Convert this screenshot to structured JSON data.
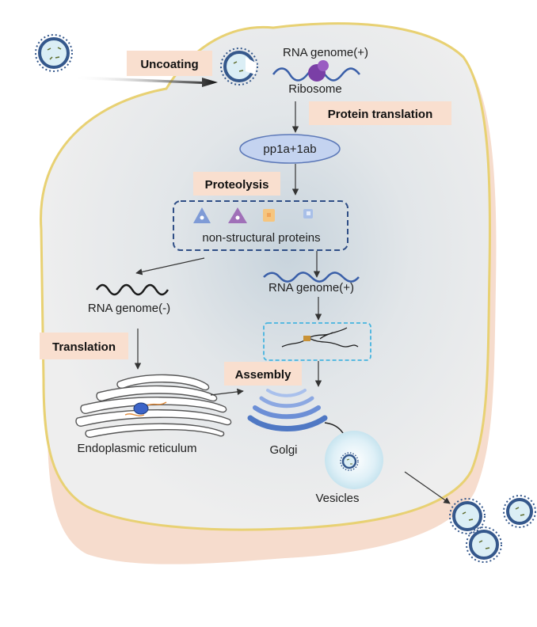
{
  "colors": {
    "cell_fill": "#eeeeee",
    "cell_outline": "#e8d173",
    "cell_base": "#f6dccd",
    "label_tag": "#f9dfcf",
    "virus_ring": "#35588c",
    "rna_strand": "#3a5fa8",
    "ribosome": "#7a3fa6",
    "box_dash": "#2f4e86",
    "box_dash_light": "#46b4df",
    "golgi": "#4f78c4"
  },
  "labels": {
    "uncoating": "Uncoating",
    "rna_genome_plus_top": "RNA  genome(+)",
    "ribosome": "Ribosome",
    "protein_translation": "Protein translation",
    "pp1a": "pp1a+1ab",
    "proteolysis": "Proteolysis",
    "non_structural": "non-structural proteins",
    "rna_genome_minus": "RNA  genome(-)",
    "rna_genome_plus_mid": "RNA  genome(+)",
    "translation": "Translation",
    "assembly": "Assembly",
    "er": "Endoplasmic reticulum",
    "golgi": "Golgi",
    "vesicles": "Vesicles"
  },
  "icons": [
    "virus-particle-icon",
    "ribosome-icon",
    "triangle-protein-icon",
    "square-protein-icon",
    "endoplasmic-reticulum-icon",
    "golgi-icon",
    "vesicle-icon"
  ]
}
